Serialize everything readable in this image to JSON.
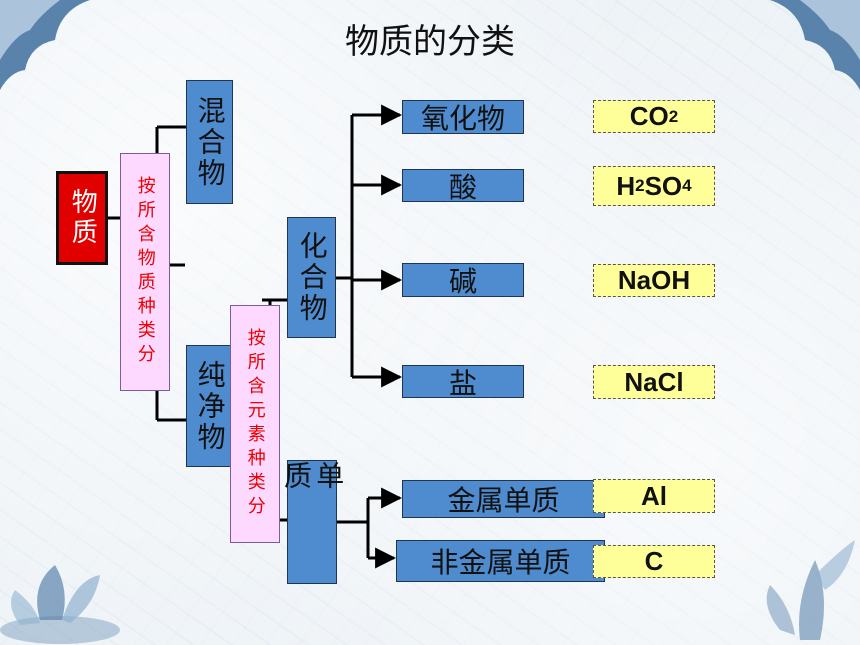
{
  "title": "物质的分类",
  "root": "物质",
  "classify_by_substance": "按所含物质种类分",
  "classify_by_element": "按所含元素种类分",
  "mixture": "混合物",
  "pure_substance": "纯净物",
  "compound": "化合物",
  "elemental_substance": "单质",
  "compound_types": [
    "氧化物",
    "酸",
    "碱",
    "盐"
  ],
  "element_types": [
    "金属单质",
    "非金属单质"
  ],
  "examples": {
    "oxide": {
      "main": "CO",
      "sub": "2",
      "tail": ""
    },
    "acid": {
      "p1": "H",
      "s1": "2",
      "p2": "SO",
      "s2": "4"
    },
    "base": "NaOH",
    "salt": "NaCl",
    "metal": "Al",
    "nonmetal": "C"
  },
  "colors": {
    "node_blue": "#4f8ccf",
    "root_red": "#e00000",
    "label_pink": "#fdd8ff",
    "example_yellow": "#ffff9a",
    "label_text_red": "#ee0000"
  }
}
